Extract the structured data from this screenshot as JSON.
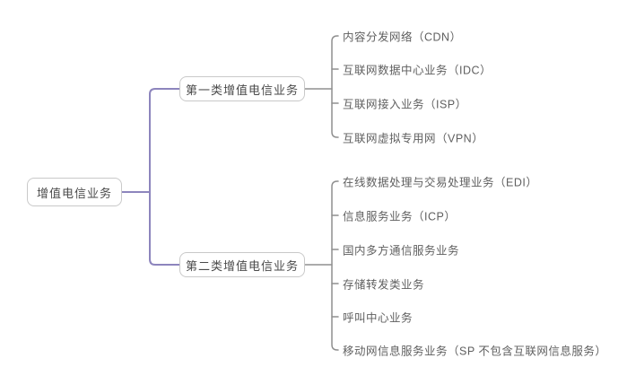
{
  "diagram": {
    "root": {
      "label": "增值电信业务"
    },
    "branches": [
      {
        "label": "第一类增值电信业务",
        "children": [
          "内容分发网络（CDN）",
          "互联网数据中心业务（IDC）",
          "互联网接入业务（ISP）",
          "互联网虚拟专用网（VPN）"
        ]
      },
      {
        "label": "第二类增值电信业务",
        "children": [
          "在线数据处理与交易处理业务（EDI）",
          "信息服务业务（ICP）",
          "国内多方通信服务业务",
          "存储转发类业务",
          "呼叫中心业务",
          "移动网信息服务业务（SP 不包含互联网信息服务）"
        ]
      }
    ],
    "colors": {
      "trunk_line": "#8d85bd",
      "branch_line": "#8f8f8f",
      "node_border": "#c9c9c9",
      "node_text": "#4a4a4a",
      "leaf_text": "#5f5f5f",
      "background": "#ffffff"
    }
  }
}
